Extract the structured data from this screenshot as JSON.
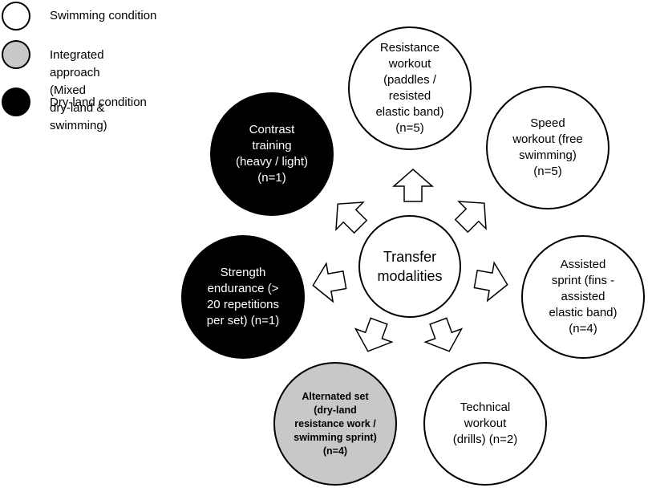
{
  "legend": [
    {
      "label": "Swimming condition",
      "fill": "#ffffff"
    },
    {
      "label": "Integrated approach (Mixed\ndry-land & swimming)",
      "fill": "#c8c8c8"
    },
    {
      "label": "Dry-land condition",
      "fill": "#000000"
    }
  ],
  "center": {
    "label": "Transfer\nmodalities"
  },
  "nodes": {
    "resistance": {
      "label": "Resistance\nworkout\n(paddles /\nresisted\nelastic band)\n(n=5)",
      "fill": "#ffffff",
      "text_color": "#000000"
    },
    "speed": {
      "label": "Speed\nworkout (free\nswimming)\n(n=5)",
      "fill": "#ffffff",
      "text_color": "#000000"
    },
    "assisted": {
      "label": "Assisted\nsprint (fins -\nassisted\nelastic band)\n(n=4)",
      "fill": "#ffffff",
      "text_color": "#000000"
    },
    "technical": {
      "label": "Technical\nworkout\n(drills) (n=2)",
      "fill": "#ffffff",
      "text_color": "#000000"
    },
    "alternated": {
      "label": "Alternated set\n(dry-land\nresistance work /\nswimming sprint)\n(n=4)",
      "fill": "#c8c8c8",
      "text_color": "#000000"
    },
    "strength": {
      "label": "Strength\nendurance (>\n20 repetitions\nper set) (n=1)",
      "fill": "#000000",
      "text_color": "#ffffff"
    },
    "contrast": {
      "label": "Contrast\ntraining\n(heavy / light)\n(n=1)",
      "fill": "#000000",
      "text_color": "#ffffff"
    }
  }
}
